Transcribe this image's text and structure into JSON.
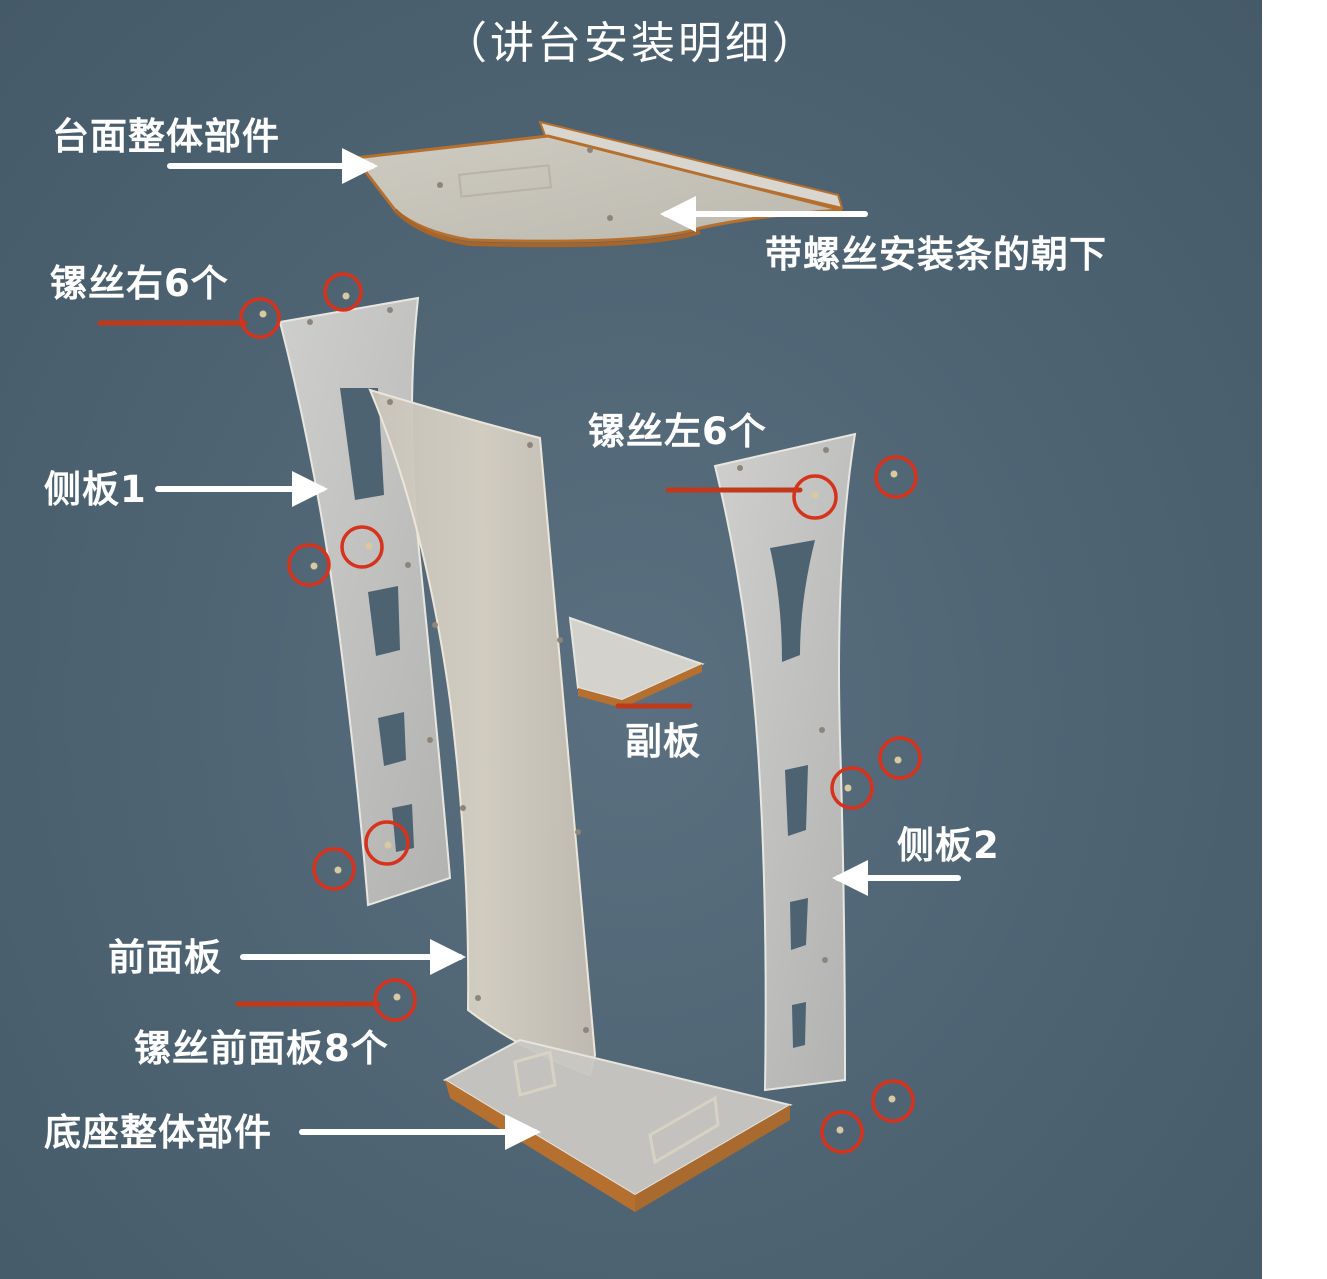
{
  "title": "（讲台安装明细）",
  "labels": {
    "top_assembly": "台面整体部件",
    "screw_strip_down": "带螺丝安装条的朝下",
    "screws_right": "镙丝右6个",
    "side_panel_1": "侧板1",
    "screws_left": "镙丝左6个",
    "sub_panel": "副板",
    "side_panel_2": "侧板2",
    "front_panel": "前面板",
    "screws_front": "镙丝前面板8个",
    "base_assembly": "底座整体部件"
  },
  "colors": {
    "background": "#4d6372",
    "acrylic": "#c9c7c2",
    "frost": "#cfc9bd",
    "edge": "#b5702f",
    "pointer_white": "#ffffff",
    "pointer_red": "#c0391b",
    "screw_circle": "#d6321c"
  }
}
